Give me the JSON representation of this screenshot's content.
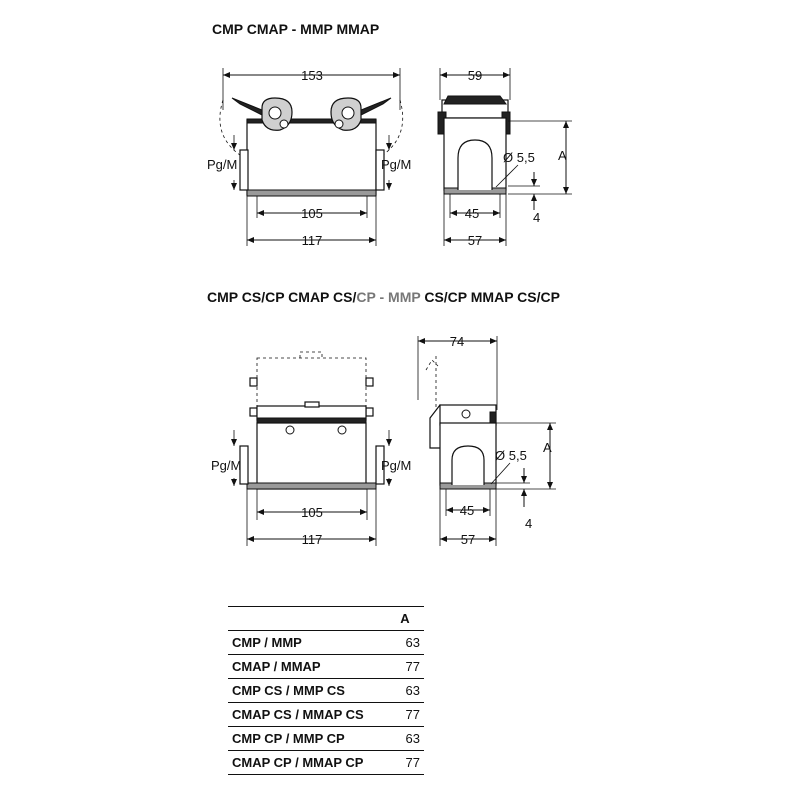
{
  "titles": {
    "top": "CMP  CMAP - MMP  MMAP",
    "bottom_parts": [
      "CMP CS/CP  CMAP CS/",
      "CP",
      " - ",
      "MMP",
      " CS/CP  MMAP CS/CP"
    ]
  },
  "top_front": {
    "width_overall": "153",
    "inner": "105",
    "base": "117",
    "pg_left": "Pg/M",
    "pg_right": "Pg/M"
  },
  "top_side": {
    "width": "59",
    "hole": "Ø 5,5",
    "height": "A",
    "inner": "45",
    "base": "57",
    "offset": "4"
  },
  "bottom_front": {
    "inner": "105",
    "base": "117",
    "pg_left": "Pg/M",
    "pg_right": "Pg/M"
  },
  "bottom_side": {
    "width": "74",
    "hole": "Ø 5,5",
    "height": "A",
    "inner": "45",
    "base": "57",
    "offset": "4"
  },
  "table": {
    "header": "A",
    "rows": [
      {
        "name": "CMP / MMP",
        "a": "63"
      },
      {
        "name": "CMAP / MMAP",
        "a": "77"
      },
      {
        "name": "CMP CS / MMP CS",
        "a": "63"
      },
      {
        "name": "CMAP CS / MMAP CS",
        "a": "77"
      },
      {
        "name": "CMP CP / MMP CP",
        "a": "63"
      },
      {
        "name": "CMAP CP / MMAP CP",
        "a": "77"
      }
    ]
  }
}
